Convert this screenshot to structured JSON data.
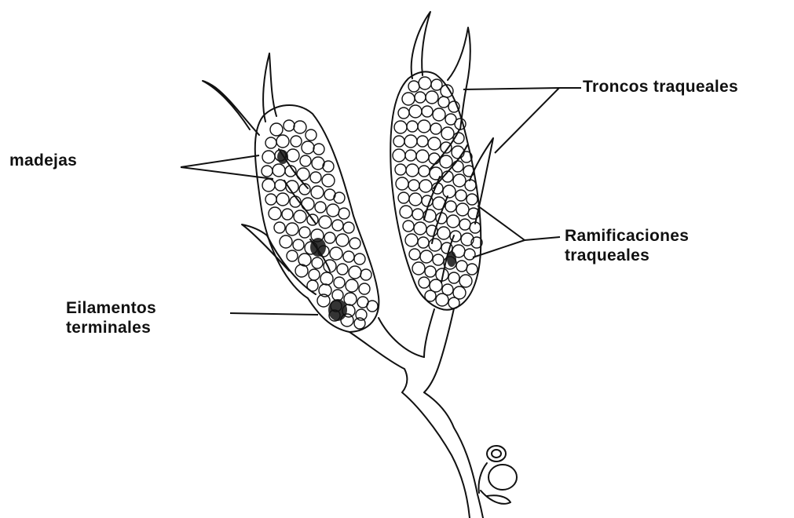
{
  "labels": {
    "madejas": "madejas",
    "troncos": "Troncos traqueales",
    "ramificaciones_line1": "Ramificaciones",
    "ramificaciones_line2": "traqueales",
    "filamentos_line1": "Eilamentos",
    "filamentos_line2": "terminales"
  },
  "colors": {
    "ink": "#111111",
    "background": "#ffffff"
  }
}
